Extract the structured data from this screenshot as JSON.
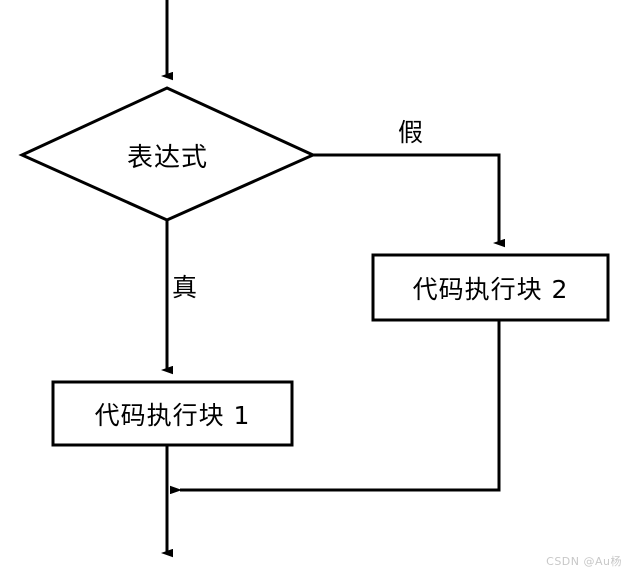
{
  "diagram": {
    "type": "flowchart",
    "title": "if-else flowchart",
    "background_color": "#ffffff",
    "stroke_color": "#000000",
    "nodes": [
      {
        "id": "decision",
        "shape": "diamond",
        "label": "表达式"
      },
      {
        "id": "block1",
        "shape": "rectangle",
        "label": "代码执行块 1"
      },
      {
        "id": "block2",
        "shape": "rectangle",
        "label": "代码执行块 2"
      }
    ],
    "edges": [
      {
        "id": "entry",
        "from": "start",
        "to": "decision",
        "label": ""
      },
      {
        "id": "decision-false",
        "from": "decision",
        "to": "block2",
        "label": "假"
      },
      {
        "id": "decision-true",
        "from": "decision",
        "to": "block1",
        "label": "真"
      },
      {
        "id": "block2-merge",
        "from": "block2",
        "to": "merge",
        "label": ""
      },
      {
        "id": "block1-exit",
        "from": "block1",
        "to": "end",
        "label": ""
      }
    ]
  },
  "watermark": {
    "text": "CSDN @Au杨",
    "color": "#c8c8c8"
  }
}
